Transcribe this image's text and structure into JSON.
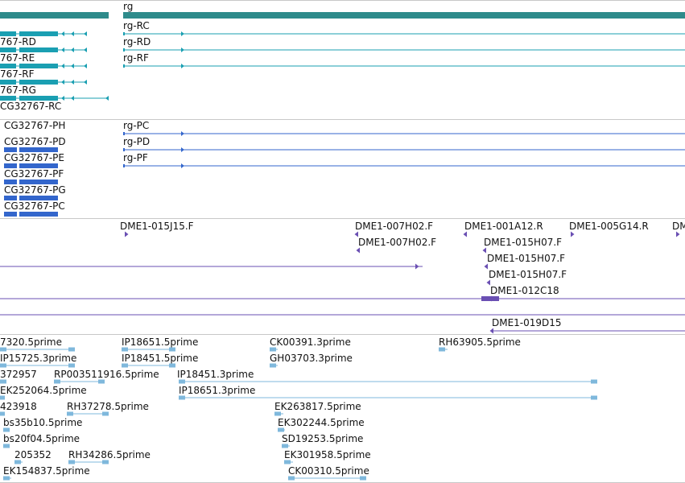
{
  "colors": {
    "gene_dark": "#2e8b8b",
    "mrna": "#1a9fb2",
    "protein": "#3366cc",
    "bac": "#6a4fb3",
    "est": "#7fb8dc",
    "divider": "#c8c8c8"
  },
  "tracks": {
    "gene": {
      "labels": [
        "rg"
      ]
    },
    "mrna": {
      "left_labels": [
        "767-RD",
        "767-RE",
        "767-RF",
        "767-RG",
        "CG32767-RC"
      ],
      "right_labels": [
        "rg-RC",
        "rg-RD",
        "rg-RF"
      ]
    },
    "protein": {
      "left_labels": [
        "CG32767-PH",
        "CG32767-PD",
        "CG32767-PE",
        "CG32767-PF",
        "CG32767-PG",
        "CG32767-PC"
      ],
      "right_labels": [
        "rg-PC",
        "rg-PD",
        "rg-PF"
      ]
    },
    "bac": {
      "labels": [
        "DME1-015J15.F",
        "DME1-007H02.F",
        "DME1-001A12.R",
        "DME1-005G14.R",
        "DM",
        "DME1-007H02.F",
        "DME1-015H07.F",
        "DME1-015H07.F",
        "DME1-015H07.F",
        "DME1-012C18",
        "DME1-019D15"
      ]
    },
    "est": {
      "labels": [
        "7320.5prime",
        "IP18651.5prime",
        "CK00391.3prime",
        "RH63905.5prime",
        "IP15725.3prime",
        "IP18451.5prime",
        "GH03703.3prime",
        "372957",
        "RP003511916.5prime",
        "IP18451.3prime",
        "EK252064.5prime",
        "IP18651.3prime",
        "423918",
        "RH37278.5prime",
        "EK263817.5prime",
        "bs35b10.5prime",
        "EK302244.5prime",
        "bs20f04.5prime",
        "SD19253.5prime",
        "205352",
        "RH34286.5prime",
        "EK301958.5prime",
        "EK154837.5prime",
        "CK00310.5prime"
      ]
    }
  }
}
